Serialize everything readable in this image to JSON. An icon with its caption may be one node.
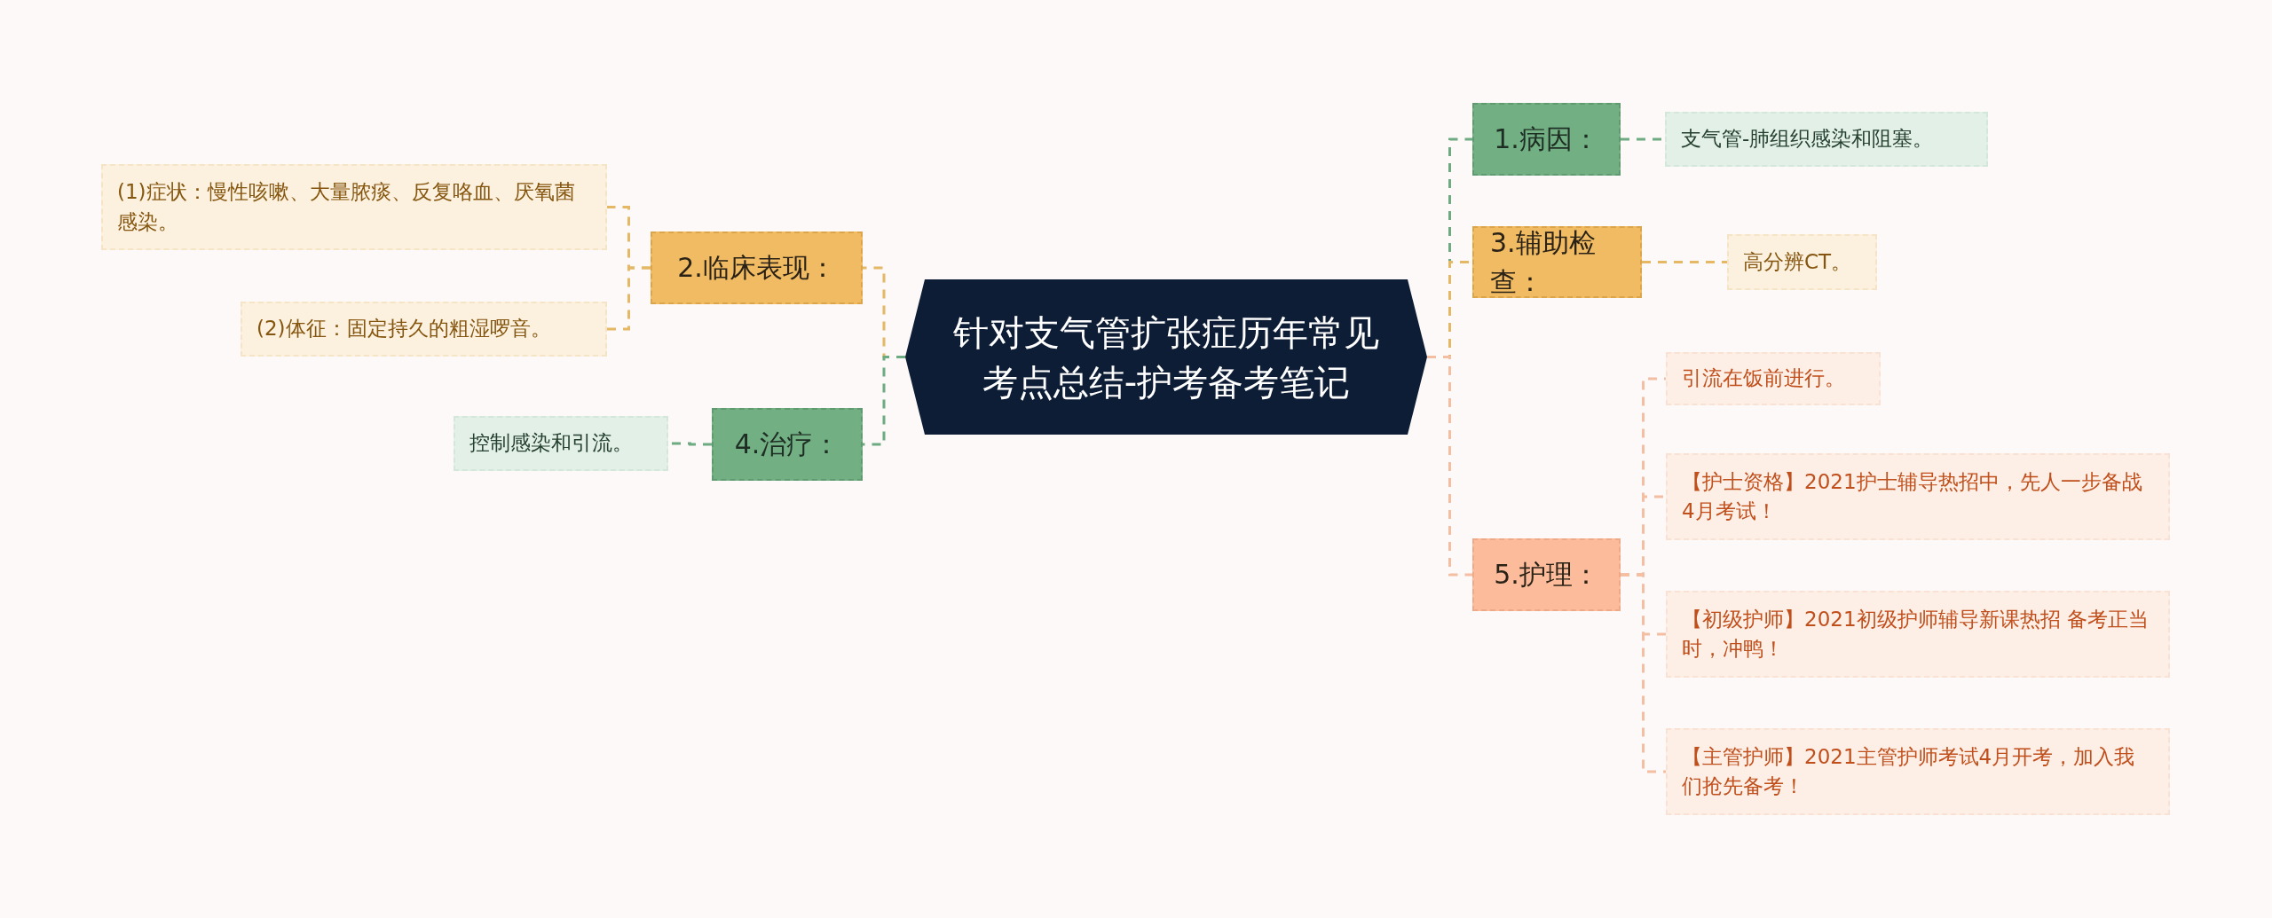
{
  "diagram": {
    "nodes": [
      {
        "text": [
          "针对支气管扩张症历年常见考点总结-护考备考笔记"
        ]
      },
      {
        "text": [
          "1.病因："
        ]
      },
      {
        "text": [
          "支气管-肺组织感染和阻塞。"
        ]
      },
      {
        "text": [
          "3.辅助检查："
        ]
      },
      {
        "text": [
          "高分辨CT。"
        ]
      },
      {
        "text": [
          "5.护理："
        ]
      },
      {
        "text": [
          "引流在饭前进行。"
        ]
      },
      {
        "text": [
          "【护士资格】2021护士辅导热招中，先人一步备战4月考试！"
        ]
      },
      {
        "text": [
          "【初级护师】2021初级护师辅导新课热招 备考正当时，冲鸭！"
        ]
      },
      {
        "text": [
          "【主管护师】2021主管护师考试4月开考，加入我们抢先备考！"
        ]
      },
      {
        "text": [
          "2.临床表现："
        ]
      },
      {
        "text": [
          "(1)症状：慢性咳嗽、大量脓痰、反复咯血、厌氧菌感染。"
        ]
      },
      {
        "text": [
          "(2)体征：固定持久的粗湿啰音。"
        ]
      },
      {
        "text": [
          "4.治疗："
        ]
      },
      {
        "text": [
          "控制感染和引流。"
        ]
      }
    ],
    "edges": [
      {
        "from": 0,
        "to": 1,
        "arrow": "none",
        "style": "dashed",
        "color": "#6fab82"
      },
      {
        "from": 1,
        "to": 2,
        "arrow": "none",
        "style": "dashed",
        "color": "#6fab82"
      },
      {
        "from": 0,
        "to": 3,
        "arrow": "none",
        "style": "dashed",
        "color": "#e4b864"
      },
      {
        "from": 3,
        "to": 4,
        "arrow": "none",
        "style": "dashed",
        "color": "#e4b864"
      },
      {
        "from": 0,
        "to": 5,
        "arrow": "none",
        "style": "dashed",
        "color": "#f3bea2"
      },
      {
        "from": 5,
        "to": 6,
        "arrow": "none",
        "style": "dashed",
        "color": "#f3bea2"
      },
      {
        "from": 5,
        "to": 7,
        "arrow": "none",
        "style": "dashed",
        "color": "#f3bea2"
      },
      {
        "from": 5,
        "to": 8,
        "arrow": "none",
        "style": "dashed",
        "color": "#f3bea2"
      },
      {
        "from": 5,
        "to": 9,
        "arrow": "none",
        "style": "dashed",
        "color": "#f3bea2"
      },
      {
        "from": 0,
        "to": 10,
        "arrow": "none",
        "style": "dashed",
        "color": "#e4b864"
      },
      {
        "from": 10,
        "to": 11,
        "arrow": "none",
        "style": "dashed",
        "color": "#e4b864"
      },
      {
        "from": 10,
        "to": 12,
        "arrow": "none",
        "style": "dashed",
        "color": "#e4b864"
      },
      {
        "from": 0,
        "to": 13,
        "arrow": "none",
        "style": "dashed",
        "color": "#6fab82"
      },
      {
        "from": 13,
        "to": 14,
        "arrow": "none",
        "style": "dashed",
        "color": "#6fab82"
      }
    ]
  }
}
